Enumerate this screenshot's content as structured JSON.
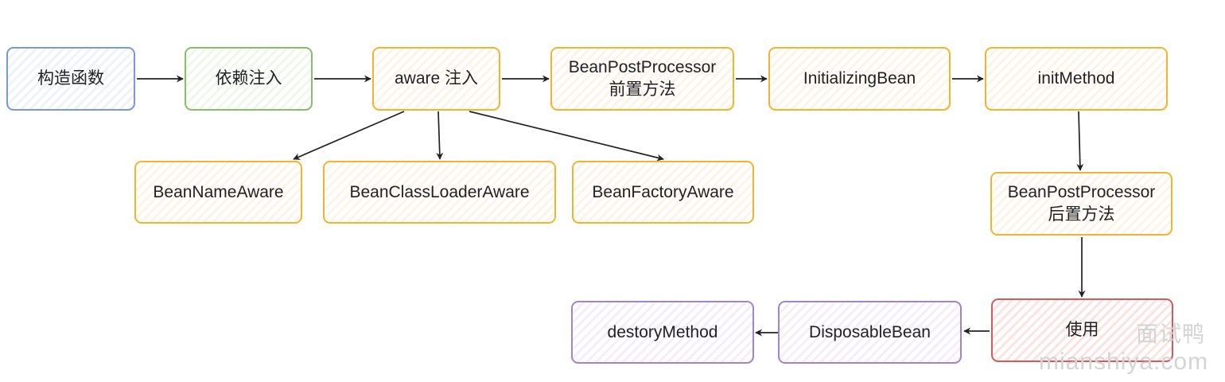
{
  "diagram": {
    "nodes": {
      "constructor": "构造函数",
      "dependency_injection": "依赖注入",
      "aware_injection": "aware 注入",
      "bpp_before": "BeanPostProcessor\n前置方法",
      "initializing_bean": "InitializingBean",
      "init_method": "initMethod",
      "bean_name_aware": "BeanNameAware",
      "bean_class_loader_aware": "BeanClassLoaderAware",
      "bean_factory_aware": "BeanFactoryAware",
      "bpp_after": "BeanPostProcessor\n后置方法",
      "use": "使用",
      "disposable_bean": "DisposableBean",
      "destroy_method": "destoryMethod"
    },
    "colors": {
      "blue": "#7a99cf",
      "green": "#88bd6a",
      "orange": "#f0b431",
      "red": "#d9585a",
      "purple": "#a584c4"
    }
  },
  "watermark": {
    "line1": "面试鸭",
    "line2": "mianshiya.com"
  }
}
